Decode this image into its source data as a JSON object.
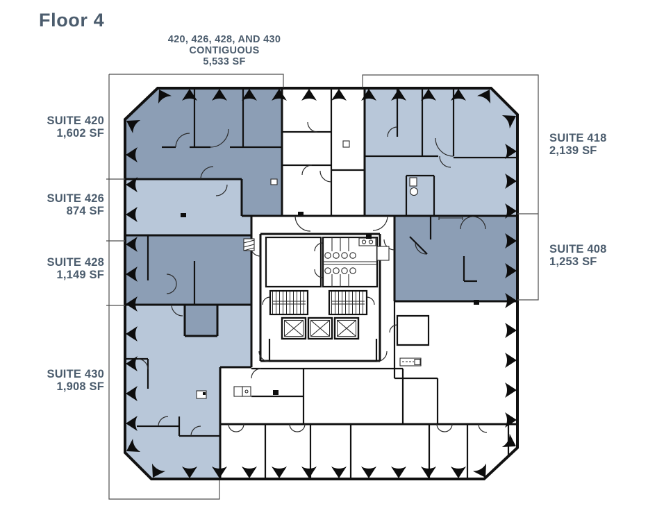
{
  "title": "Floor 4",
  "contiguous_note": {
    "line1": "420, 426, 428, AND 430",
    "line2": "CONTIGUOUS",
    "line3": "5,533 SF"
  },
  "suites_left": [
    {
      "name": "SUITE 420",
      "area": "1,602 SF"
    },
    {
      "name": "SUITE 426",
      "area": "874 SF"
    },
    {
      "name": "SUITE 428",
      "area": "1,149 SF"
    },
    {
      "name": "SUITE 430",
      "area": "1,908 SF"
    }
  ],
  "suites_right": [
    {
      "name": "SUITE 418",
      "area": "2,139 SF"
    },
    {
      "name": "SUITE 408",
      "area": "1,253 SF"
    }
  ],
  "colors": {
    "suite_fill_light": "#b8c7d9",
    "suite_fill_dark": "#8c9eb5",
    "wall": "#111111",
    "label_text": "#4b5c6d",
    "bracket_line": "#4d4d4d",
    "background": "#ffffff"
  }
}
